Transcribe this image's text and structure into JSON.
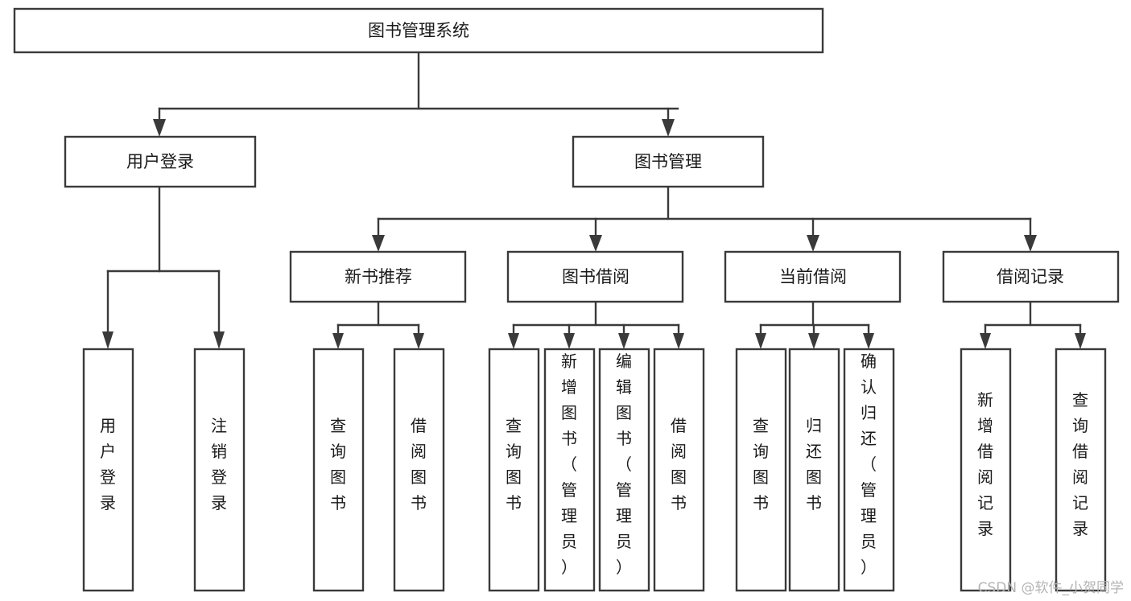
{
  "diagram": {
    "type": "tree-hierarchy-chart",
    "title": "图书管理系统",
    "background_color": "#ffffff",
    "line_color": "#3a3a3a",
    "text_color": "#1a1a1a",
    "levels": 4,
    "root": {
      "id": "root",
      "label": "图书管理系统",
      "orientation": "horizontal"
    },
    "level2": [
      {
        "id": "l2-user-login",
        "label": "用户登录",
        "orientation": "horizontal"
      },
      {
        "id": "l2-book-manage",
        "label": "图书管理",
        "orientation": "horizontal"
      }
    ],
    "level3": [
      {
        "id": "l3-new-book",
        "label": "新书推荐",
        "orientation": "horizontal",
        "parent": "l2-book-manage"
      },
      {
        "id": "l3-borrow",
        "label": "图书借阅",
        "orientation": "horizontal",
        "parent": "l2-book-manage"
      },
      {
        "id": "l3-current-borrow",
        "label": "当前借阅",
        "orientation": "horizontal",
        "parent": "l2-book-manage"
      },
      {
        "id": "l3-borrow-record",
        "label": "借阅记录",
        "orientation": "horizontal",
        "parent": "l2-book-manage"
      }
    ],
    "leaves": [
      {
        "id": "leaf-user-login",
        "label": "用户登录",
        "orientation": "vertical",
        "parent": "l2-user-login"
      },
      {
        "id": "leaf-logout",
        "label": "注销登录",
        "orientation": "vertical",
        "parent": "l2-user-login"
      },
      {
        "id": "leaf-query-book-1",
        "label": "查询图书",
        "orientation": "vertical",
        "parent": "l3-new-book"
      },
      {
        "id": "leaf-borrow-book-1",
        "label": "借阅图书",
        "orientation": "vertical",
        "parent": "l3-new-book"
      },
      {
        "id": "leaf-query-book-2",
        "label": "查询图书",
        "orientation": "vertical",
        "parent": "l3-borrow"
      },
      {
        "id": "leaf-add-book",
        "label": "新增图书（管理员）",
        "orientation": "vertical",
        "parent": "l3-borrow"
      },
      {
        "id": "leaf-edit-book",
        "label": "编辑图书（管理员）",
        "orientation": "vertical",
        "parent": "l3-borrow"
      },
      {
        "id": "leaf-borrow-book-2",
        "label": "借阅图书",
        "orientation": "vertical",
        "parent": "l3-borrow"
      },
      {
        "id": "leaf-query-book-3",
        "label": "查询图书",
        "orientation": "vertical",
        "parent": "l3-current-borrow"
      },
      {
        "id": "leaf-return-book",
        "label": "归还图书",
        "orientation": "vertical",
        "parent": "l3-current-borrow"
      },
      {
        "id": "leaf-confirm-return",
        "label": "确认归还（管理员）",
        "orientation": "vertical",
        "parent": "l3-current-borrow"
      },
      {
        "id": "leaf-add-record",
        "label": "新增借阅记录",
        "orientation": "vertical",
        "parent": "l3-borrow-record"
      },
      {
        "id": "leaf-query-record",
        "label": "查询借阅记录",
        "orientation": "vertical",
        "parent": "l3-borrow-record"
      }
    ]
  },
  "watermark": {
    "label": "CSDN @软件_小贺同学"
  }
}
